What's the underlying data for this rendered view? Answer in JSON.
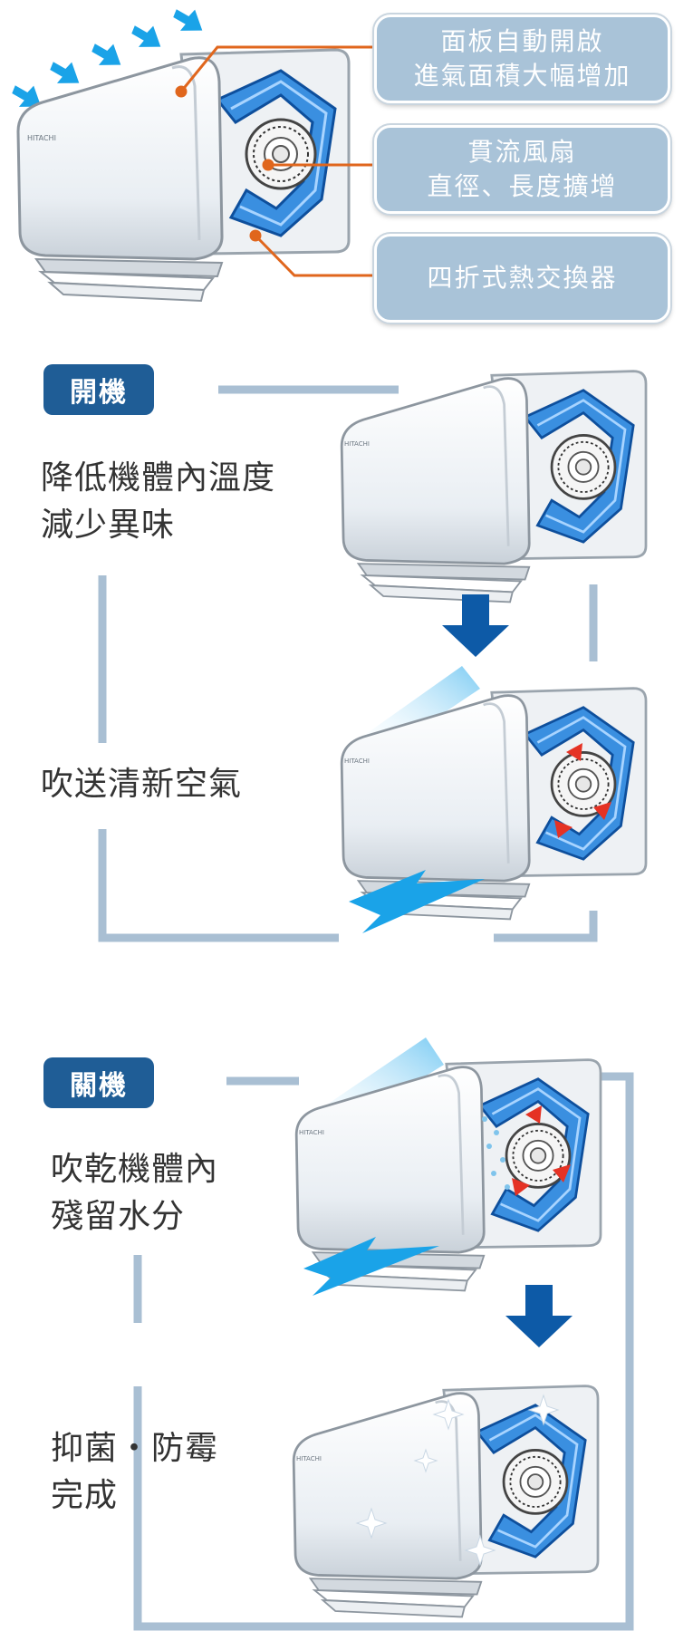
{
  "callouts": {
    "panel": [
      "面板自動開啟",
      "進氣面積大幅增加"
    ],
    "fan": [
      "貫流風扇",
      "直徑、長度擴增"
    ],
    "exchanger": "四折式熱交換器"
  },
  "brand": "HITACHI",
  "on_section": {
    "badge": "開機",
    "step1": [
      "降低機體內溫度",
      "減少異味"
    ],
    "step2": "吹送清新空氣"
  },
  "off_section": {
    "badge": "關機",
    "step1": [
      "吹乾機體內",
      "殘留水分"
    ],
    "step2": [
      "抑菌・防霉",
      "完成"
    ]
  },
  "colors": {
    "frame": "#a9bfd3",
    "badge": "#1f5d96",
    "arrow": "#0d5aa7",
    "airflow": "#1aa3e8",
    "leader": "#e0661d",
    "heat_exchanger": "#3a8fe0"
  }
}
